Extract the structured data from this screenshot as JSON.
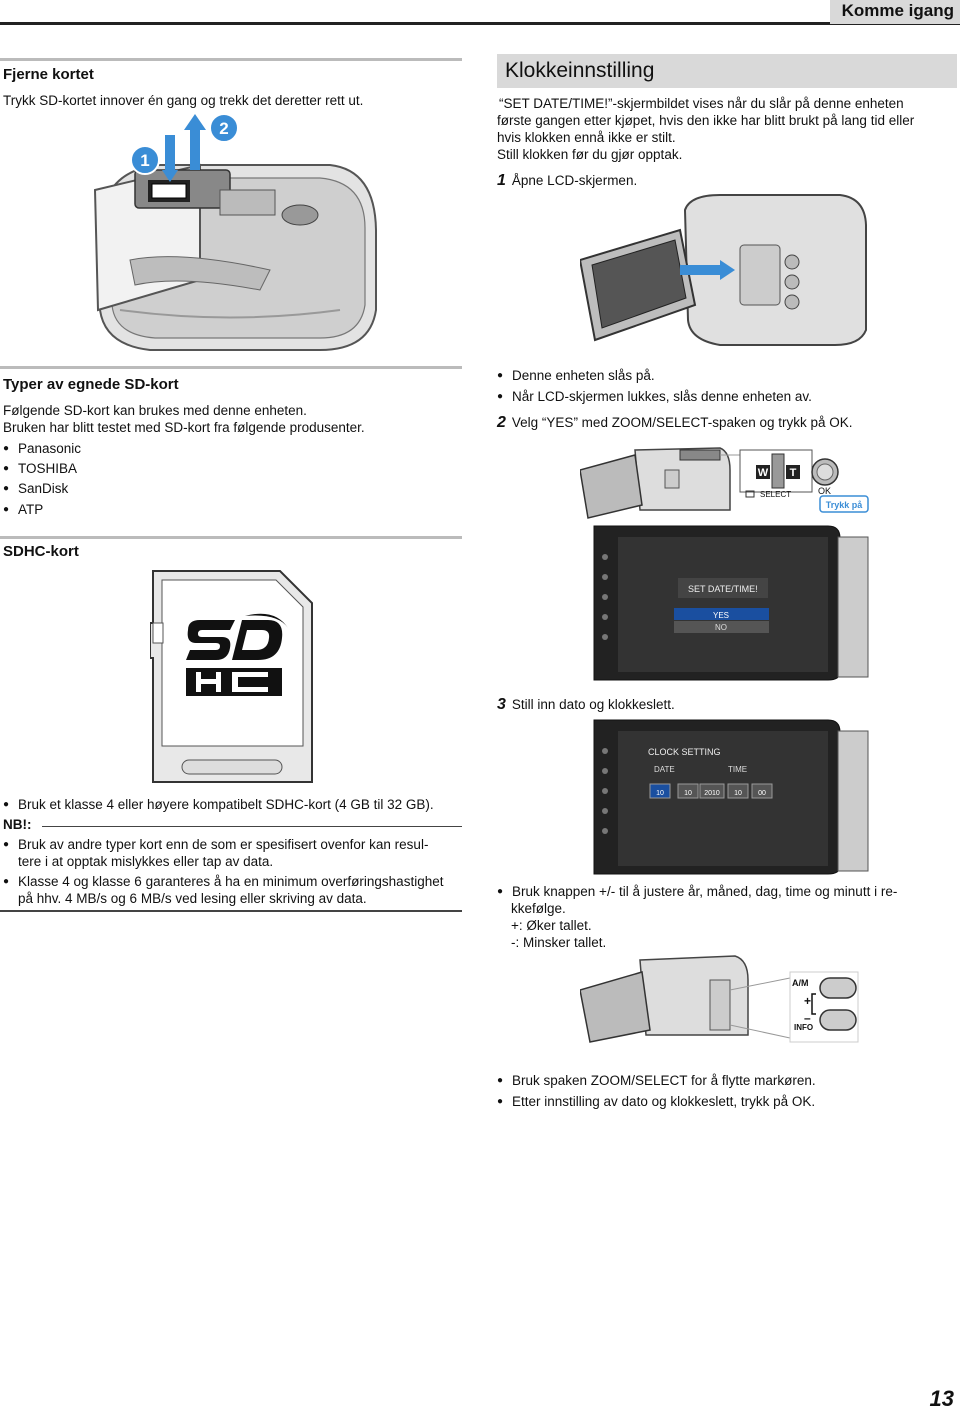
{
  "header": {
    "section": "Komme igang"
  },
  "remove": {
    "title": "Fjerne kortet",
    "text": "Trykk SD-kortet innover én gang og trekk det deretter rett ut.",
    "step_labels": [
      "1",
      "2"
    ]
  },
  "types": {
    "title": "Typer av egnede SD-kort",
    "intro1": "Følgende SD-kort kan brukes med denne enheten.",
    "intro2": "Bruken har blitt testet med SD-kort fra følgende produsenter.",
    "makers": [
      "Panasonic",
      "TOSHIBA",
      "SanDisk",
      "ATP"
    ]
  },
  "sdhc": {
    "title": "SDHC-kort",
    "bullet": "Bruk et klasse 4 eller høyere kompatibelt SDHC-kort (4 GB til 32 GB).",
    "nb_label": "NB!:",
    "nb1a": "Bruk av andre typer kort enn de som er spesifisert ovenfor kan resul-",
    "nb1b": "tere i at opptak mislykkes eller tap av data.",
    "nb2a": "Klasse 4 og klasse 6 garanteres å ha en minimum overføringshastighet",
    "nb2b": "på hhv. 4 MB/s og 6 MB/s ved lesing eller skriving av data."
  },
  "clock": {
    "title": "Klokkeinnstilling",
    "p1": "“SET DATE/TIME!”-skjermbildet vises når du slår på denne enheten",
    "p2": "første gangen etter kjøpet, hvis den ikke har blitt brukt på lang tid eller",
    "p3": "hvis klokken ennå ikke er stilt.",
    "p4": "Still klokken før du gjør opptak.",
    "step1_num": "1",
    "step1": "Åpne LCD-skjermen.",
    "b1": "Denne enheten slås på.",
    "b2": "Når LCD-skjermen lukkes, slås denne enheten av.",
    "step2_num": "2",
    "step2": "Velg “YES” med ZOOM/SELECT-spaken og trykk på OK.",
    "lever_labels": {
      "w": "W",
      "t": "T",
      "select": "SELECT",
      "ok": "OK",
      "press": "Trykk på"
    },
    "screen1": {
      "title": "SET DATE/TIME!",
      "yes": "YES",
      "no": "NO"
    },
    "step3_num": "3",
    "step3": "Still inn dato og klokkeslett.",
    "screen2": {
      "title": "CLOCK SETTING",
      "date_label": "DATE",
      "time_label": "TIME",
      "values": [
        "10",
        "10",
        "2010",
        "10",
        "00"
      ]
    },
    "b3a": "Bruk knappen +/- til å justere år, måned, dag, time og minutt i re-",
    "b3b": "kkefølge.",
    "plus": "+: Øker tallet.",
    "minus": "-: Minsker tallet.",
    "button_labels": {
      "am": "A/M",
      "plus": "+",
      "minus": "–",
      "info": "INFO"
    },
    "b4": "Bruk spaken ZOOM/SELECT for å flytte markøren.",
    "b5": "Etter innstilling av dato og klokkeslett, trykk på OK."
  },
  "page_number": "13"
}
